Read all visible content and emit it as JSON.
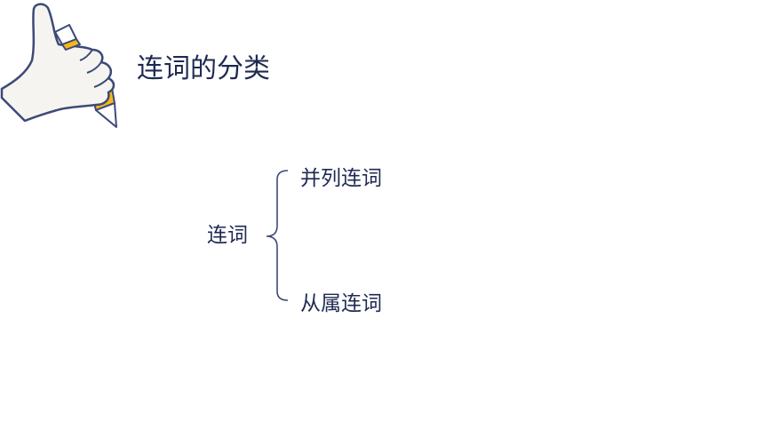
{
  "slide": {
    "title": "连词的分类"
  },
  "tree": {
    "root": "连词",
    "branches": [
      {
        "label": "并列连词"
      },
      {
        "label": "从属连词"
      }
    ]
  },
  "colors": {
    "text": "#1f2a52",
    "outline": "#3d4a78",
    "hand_fill": "#f5f4f0",
    "pencil_accent": "#f6b717"
  }
}
